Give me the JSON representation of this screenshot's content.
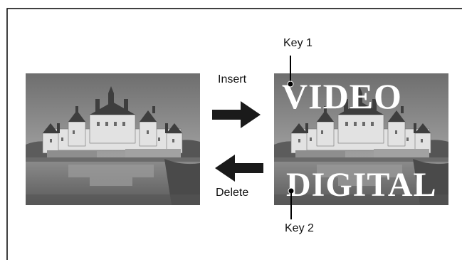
{
  "labels": {
    "insert": "Insert",
    "delete": "Delete",
    "key1": "Key 1",
    "key2": "Key 2"
  },
  "keys": {
    "top": "VIDEO",
    "bottom": "DIGITAL"
  },
  "images": {
    "original": "castle-photo",
    "keyed": "castle-photo-with-keys"
  },
  "icons": {
    "insert_arrow": "arrow-right-icon",
    "delete_arrow": "arrow-left-icon"
  },
  "colors": {
    "frame": "#000000",
    "arrow": "#1a1a1a",
    "key_text": "#ffffff"
  }
}
